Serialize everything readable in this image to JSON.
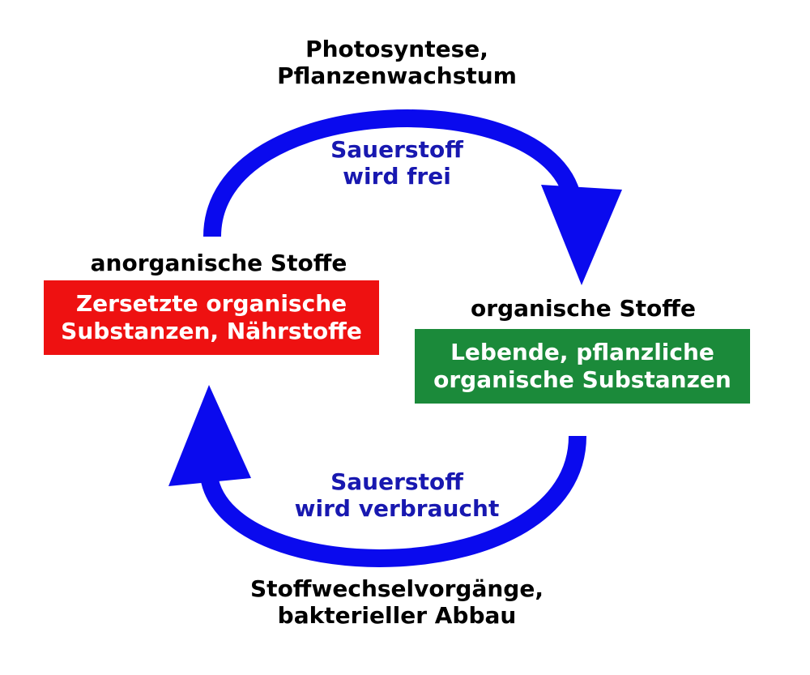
{
  "colors": {
    "arrow": "#0a0aee",
    "blue_text": "#1818b0",
    "red_box": "#ee1111",
    "green_box": "#1b8a3a",
    "text": "#000000",
    "box_text": "#ffffff"
  },
  "top_process": {
    "line1": "Photosyntese,",
    "line2": "Pflanzenwachstum"
  },
  "top_oxygen": {
    "line1": "Sauerstoff",
    "line2": "wird frei"
  },
  "left_node": {
    "heading": "anorganische Stoffe",
    "box_line1": "Zersetzte organische",
    "box_line2": "Substanzen, Nährstoffe"
  },
  "right_node": {
    "heading": "organische Stoffe",
    "box_line1": "Lebende, pflanzliche",
    "box_line2": "organische Substanzen"
  },
  "bottom_oxygen": {
    "line1": "Sauerstoff",
    "line2": "wird verbraucht"
  },
  "bottom_process": {
    "line1": "Stoffwechselvorgänge,",
    "line2": "bakterieller Abbau"
  }
}
